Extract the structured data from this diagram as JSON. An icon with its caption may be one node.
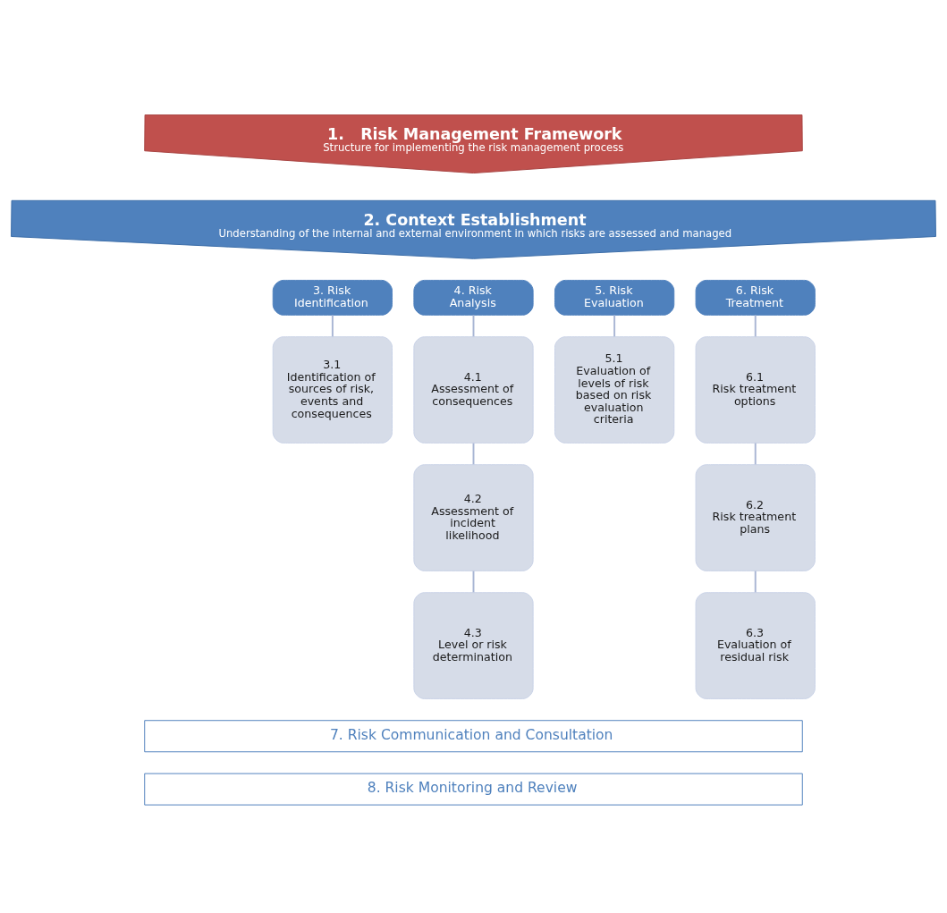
{
  "diagram": {
    "nodes": [
      {
        "text": [
          "1.   Risk Management Framework",
          "Structure for implementing the risk management process"
        ]
      },
      {
        "text": [
          "2. Context Establishment",
          "Understanding of the internal and external environment in which risks are assessed and managed"
        ]
      },
      {
        "text": [
          "3. Risk Identification"
        ]
      },
      {
        "text": [
          "4. Risk Analysis"
        ]
      },
      {
        "text": [
          "5. Risk Evaluation"
        ]
      },
      {
        "text": [
          "6. Risk Treatment"
        ]
      },
      {
        "text": [
          "3.1",
          "Identification of sources of risk, events and consequences"
        ]
      },
      {
        "text": [
          "4.1",
          "Assessment of consequences"
        ]
      },
      {
        "text": [
          "5.1",
          "Evaluation of levels of risk based on risk evaluation criteria"
        ]
      },
      {
        "text": [
          "6.1",
          "Risk treatment options"
        ]
      },
      {
        "text": [
          "4.2",
          "Assessment of incident likelihood"
        ]
      },
      {
        "text": [
          "6.2",
          "Risk treatment plans"
        ]
      },
      {
        "text": [
          "4.3",
          "Level or risk determination"
        ]
      },
      {
        "text": [
          "6.3",
          "Evaluation of residual risk"
        ]
      },
      {
        "text": [
          "7. Risk Communication and Consultation"
        ]
      },
      {
        "text": [
          "8. Risk Monitoring and Review"
        ]
      }
    ],
    "edges": [
      {
        "from": 2,
        "to": 6,
        "arrow": "none"
      },
      {
        "from": 3,
        "to": 7,
        "arrow": "none"
      },
      {
        "from": 4,
        "to": 8,
        "arrow": "none"
      },
      {
        "from": 5,
        "to": 9,
        "arrow": "none"
      },
      {
        "from": 7,
        "to": 10,
        "arrow": "none"
      },
      {
        "from": 9,
        "to": 11,
        "arrow": "none"
      },
      {
        "from": 10,
        "to": 12,
        "arrow": "none"
      },
      {
        "from": 11,
        "to": 13,
        "arrow": "none"
      }
    ]
  }
}
